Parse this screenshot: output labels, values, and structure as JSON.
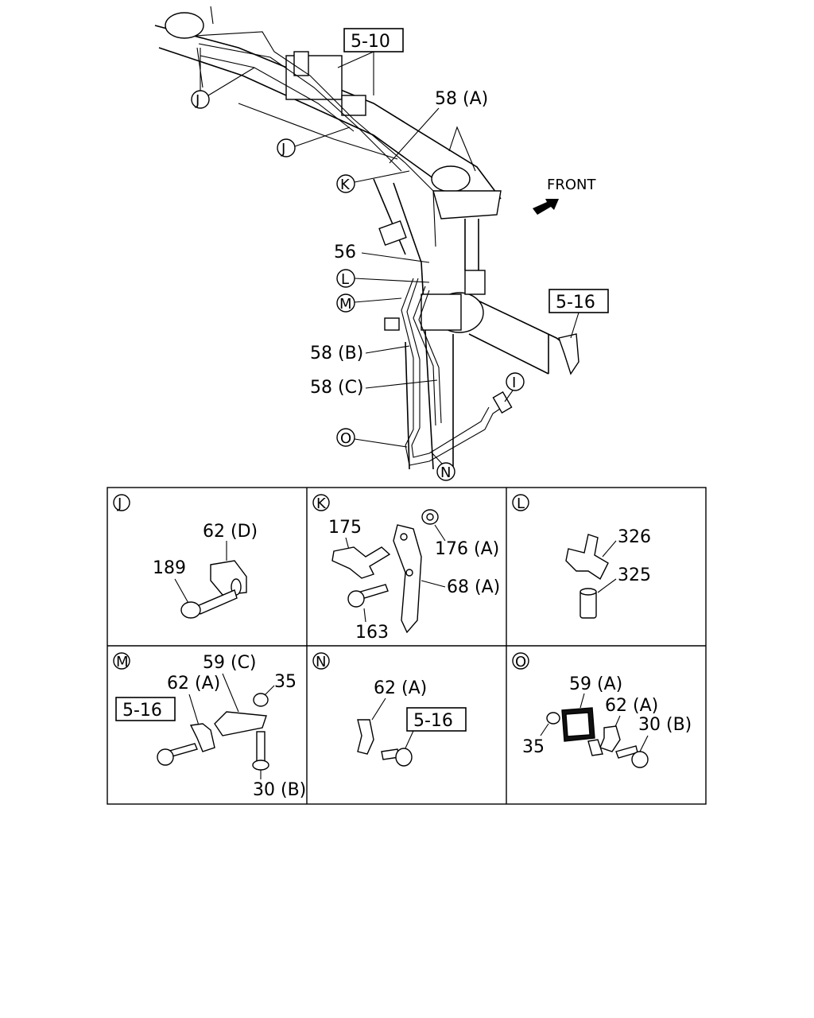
{
  "main_diagram": {
    "ref_boxes": [
      "5-10",
      "5-16"
    ],
    "direction_label": "FRONT",
    "callouts": {
      "c58a": "58 (A)",
      "c56": "56",
      "c58b": "58 (B)",
      "c58c": "58 (C)"
    },
    "circle_letters": {
      "j1": "J",
      "j2": "J",
      "k": "K",
      "l": "L",
      "m": "M",
      "i": "I",
      "o": "O",
      "n": "N"
    }
  },
  "detail_panels": [
    {
      "letter": "J",
      "labels": [
        "62 (D)",
        "189"
      ]
    },
    {
      "letter": "K",
      "labels": [
        "175",
        "176 (A)",
        "68 (A)",
        "163"
      ]
    },
    {
      "letter": "L",
      "labels": [
        "326",
        "325"
      ]
    },
    {
      "letter": "M",
      "labels": [
        "59 (C)",
        "62 (A)",
        "35",
        "30 (B)"
      ],
      "ref_box": "5-16"
    },
    {
      "letter": "N",
      "labels": [
        "62 (A)"
      ],
      "ref_box": "5-16"
    },
    {
      "letter": "O",
      "labels": [
        "59 (A)",
        "62 (A)",
        "30 (B)",
        "35"
      ]
    }
  ]
}
